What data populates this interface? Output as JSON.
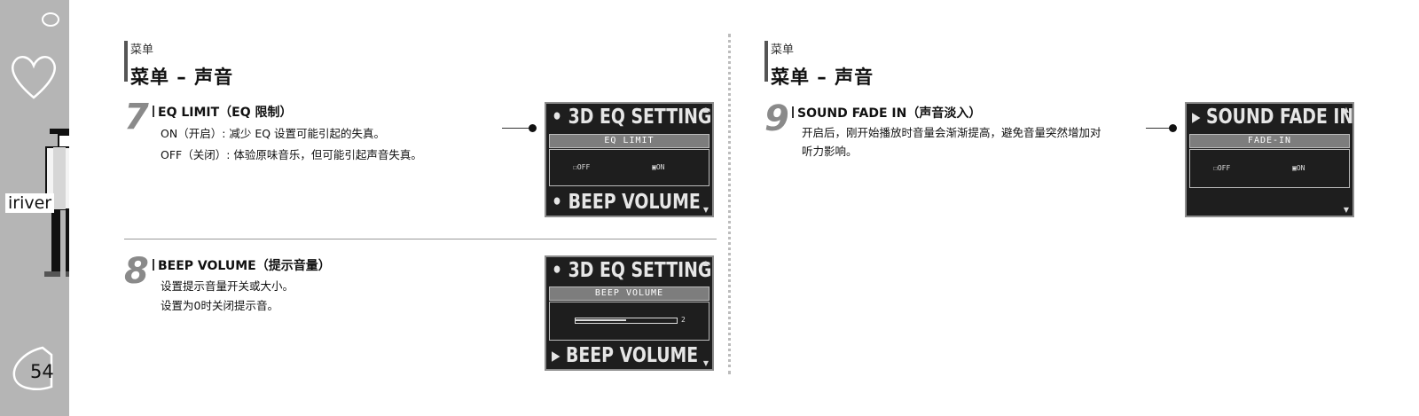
{
  "sidebar": {
    "brand": "iriver",
    "page_number": "54"
  },
  "left": {
    "header_small": "菜单",
    "header_big": "菜单 – 声音",
    "item7": {
      "number": "7",
      "title": "EQ LIMIT（EQ 限制）",
      "lines": [
        "ON（开启）: 减少 EQ 设置可能引起的失真。",
        "OFF（关闭）: 体验原味音乐，但可能引起声音失真。"
      ],
      "screen": {
        "top": "3D EQ SETTING",
        "sub": "EQ LIMIT",
        "opt_off": "OFF",
        "opt_on": "ON",
        "bottom": "BEEP VOLUME"
      }
    },
    "item8": {
      "number": "8",
      "title": "BEEP VOLUME（提示音量）",
      "lines": [
        "设置提示音量开关或大小。",
        "设置为0时关闭提示音。"
      ],
      "screen": {
        "top": "3D EQ SETTING",
        "sub": "BEEP VOLUME",
        "value": "2",
        "level": 0.5,
        "bottom": "BEEP VOLUME"
      }
    }
  },
  "right": {
    "header_small": "菜单",
    "header_big": "菜单 – 声音",
    "item9": {
      "number": "9",
      "title": "SOUND FADE IN（声音淡入）",
      "lines": [
        "开启后，刚开始播放时音量会渐渐提高，避免音量突然增加对",
        "听力影响。"
      ],
      "screen": {
        "top": "SOUND FADE IN",
        "sub": "FADE-IN",
        "opt_off": "OFF",
        "opt_on": "ON"
      }
    }
  }
}
